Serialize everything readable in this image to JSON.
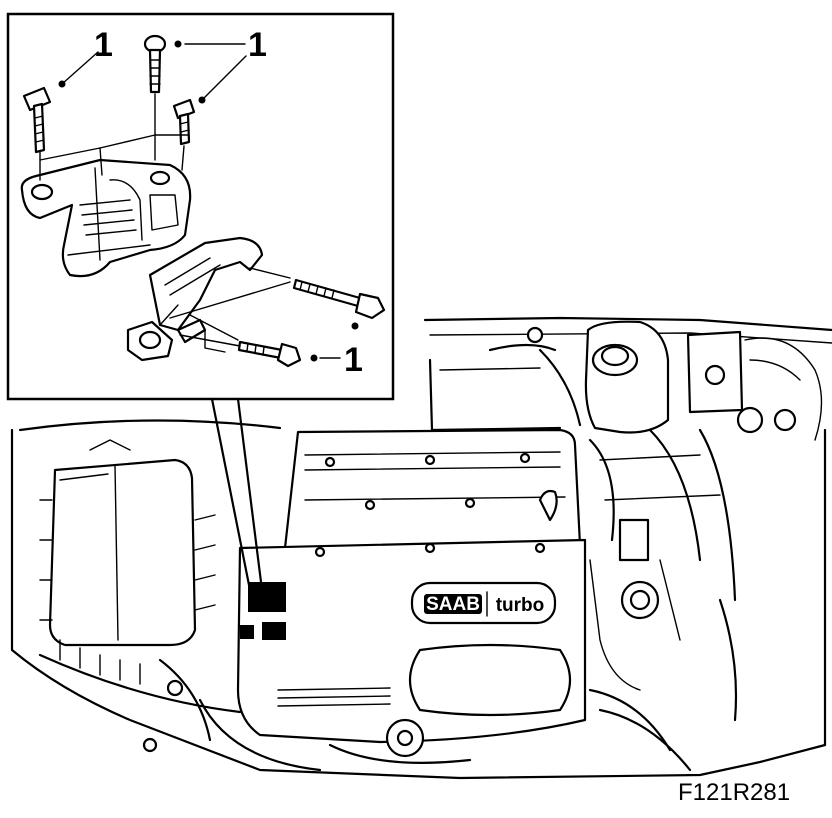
{
  "callouts": [
    "1",
    "1",
    "1"
  ],
  "figure_ref": "F121R281",
  "logo": {
    "brand": "SAAB",
    "model": "turbo"
  },
  "colors": {
    "line": "#000000",
    "background": "#ffffff"
  }
}
